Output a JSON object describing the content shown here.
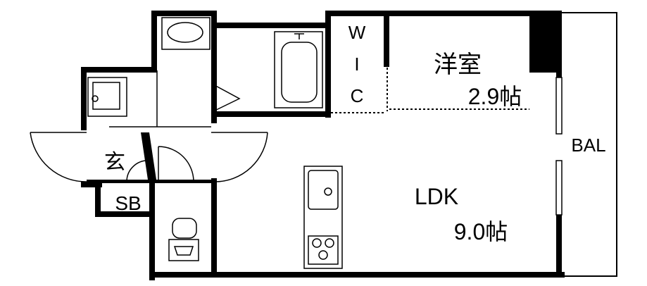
{
  "floorplan": {
    "rooms": {
      "western": {
        "name": "洋室",
        "size": "2.9帖"
      },
      "ldk": {
        "name": "LDK",
        "size": "9.0帖"
      },
      "entrance": {
        "name": "玄"
      },
      "shoe_box": {
        "name": "SB"
      },
      "balcony": {
        "name": "BAL"
      },
      "wic": {
        "letters": [
          "W",
          "I",
          "C"
        ]
      }
    }
  },
  "colors": {
    "wall": "#000000",
    "background": "#ffffff",
    "fixture": "#444444"
  }
}
